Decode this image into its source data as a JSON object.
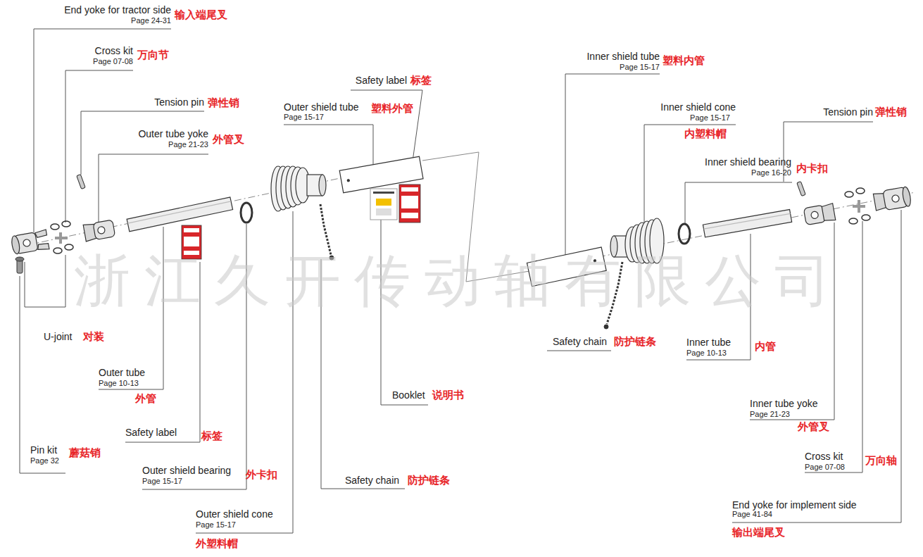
{
  "diagram": {
    "labels": [
      "End yoke for tractor side",
      "Page 24-31",
      "输入端尾叉",
      "Cross kit",
      "Page 07-08",
      "万向节",
      "Tension pin",
      "弹性销",
      "Outer tube yoke",
      "Page 21-23",
      "外管叉",
      "Safety label",
      "标签",
      "Outer shield tube",
      "Page 15-17",
      "塑料外管",
      "Inner shield tube",
      "Page 15-17",
      "塑料内管",
      "Inner shield cone",
      "Page 15-17",
      "内塑料帽",
      "Tension pin",
      "弹性销",
      "Inner shield bearing",
      "Page 16-20",
      "内卡扣",
      "浙江久开传动轴有限公司",
      "U-joint",
      "对装",
      "Outer tube",
      "Page 10-13",
      "外管",
      "Safety label",
      "标签",
      "Pin kit",
      "Page 32",
      "蘑菇销",
      "Outer shield bearing",
      "Page 15-17",
      "外卡扣",
      "Outer shield cone",
      "Page 15-17",
      "外塑料帽",
      "Safety chain",
      "防护链条",
      "Booklet",
      "说明书",
      "Safety chain",
      "防护链条",
      "Inner tube",
      "Page 10-13",
      "内管",
      "Inner tube yoke",
      "Page 21-23",
      "外管叉",
      "Cross kit",
      "Page 07-08",
      "万向轴",
      "End yoke for implement side",
      "Page 41-84",
      "输出端尾叉"
    ]
  }
}
